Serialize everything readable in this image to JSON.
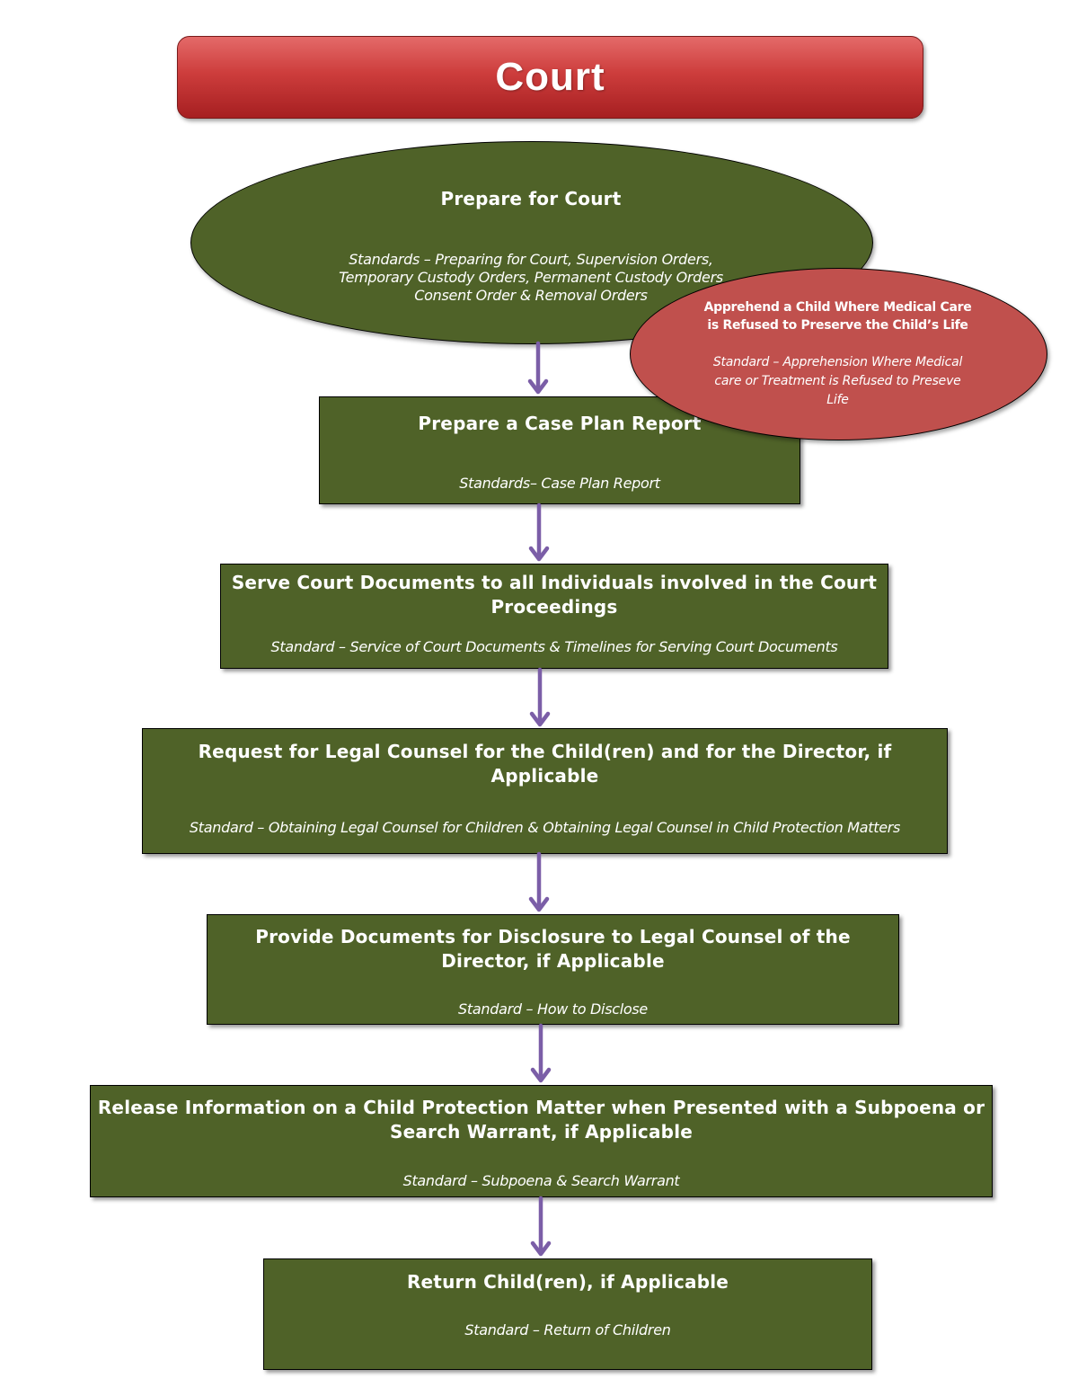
{
  "title": "Court",
  "ellipse_main": {
    "heading": "Prepare for Court",
    "standard_lines": [
      "Standards – Preparing for Court, Supervision Orders,",
      "Temporary Custody Orders,  Permanent Custody Orders",
      "Consent Order &  Removal Orders"
    ]
  },
  "ellipse_side": {
    "heading_lines": [
      "Apprehend a Child Where Medical Care",
      "is Refused to Preserve the Child’s Life"
    ],
    "standard_lines": [
      "Standard – Apprehension Where Medical",
      "care or Treatment is Refused to Preseve",
      "Life"
    ]
  },
  "steps": [
    {
      "heading": "Prepare a Case Plan Report",
      "standard": "Standards– Case Plan Report"
    },
    {
      "heading_lines": [
        "Serve Court Documents to all Individuals involved in the Court",
        "Proceedings"
      ],
      "standard": "Standard – Service of Court Documents & Timelines for Serving Court Documents"
    },
    {
      "heading_lines": [
        "Request for Legal Counsel for the Child(ren) and for the Director, if",
        "Applicable"
      ],
      "standard": "Standard – Obtaining Legal Counsel for Children & Obtaining Legal Counsel in Child Protection Matters"
    },
    {
      "heading_lines": [
        "Provide Documents for Disclosure to Legal Counsel of the",
        "Director, if Applicable"
      ],
      "standard": "Standard – How to Disclose"
    },
    {
      "heading_lines": [
        "Release Information on a Child Protection Matter when Presented with a Subpoena or",
        "Search Warrant, if Applicable"
      ],
      "standard": "Standard – Subpoena & Search Warrant"
    },
    {
      "heading": "Return Child(ren), if Applicable",
      "standard": "Standard – Return of Children"
    }
  ],
  "colors": {
    "box_fill": "#4f6228",
    "side_ellipse_fill": "#c0504d",
    "title_fill": "#cd3d3c",
    "arrow": "#7b5ea7"
  }
}
